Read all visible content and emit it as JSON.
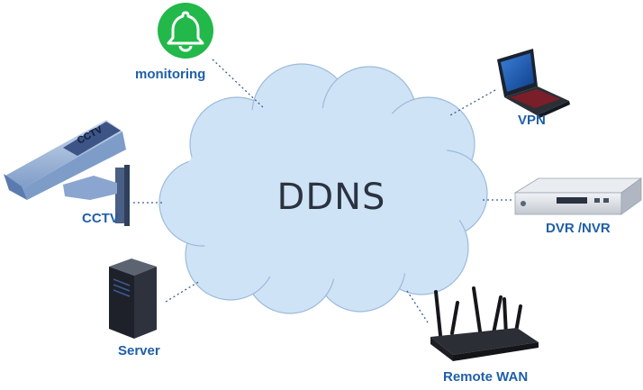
{
  "diagram": {
    "center": {
      "label": "DDNS"
    },
    "nodes": [
      {
        "id": "monitoring",
        "label": "monitoring",
        "icon": "bell-icon"
      },
      {
        "id": "vpn",
        "label": "VPN",
        "icon": "laptop-icon"
      },
      {
        "id": "cctv",
        "label": "CCTV",
        "icon": "cctv-camera-icon",
        "device_text": "CCTV"
      },
      {
        "id": "dvr",
        "label": "DVR /NVR",
        "icon": "dvr-recorder-icon"
      },
      {
        "id": "server",
        "label": "Server",
        "icon": "server-tower-icon"
      },
      {
        "id": "remote-wan",
        "label": "Remote WAN",
        "icon": "router-icon"
      }
    ],
    "colors": {
      "cloud_fill": "#cfe3f6",
      "label_text": "#1f5fa8",
      "center_text": "#2b3340",
      "connector": "#3a5f8f",
      "bell_green": "#22b84a"
    }
  }
}
